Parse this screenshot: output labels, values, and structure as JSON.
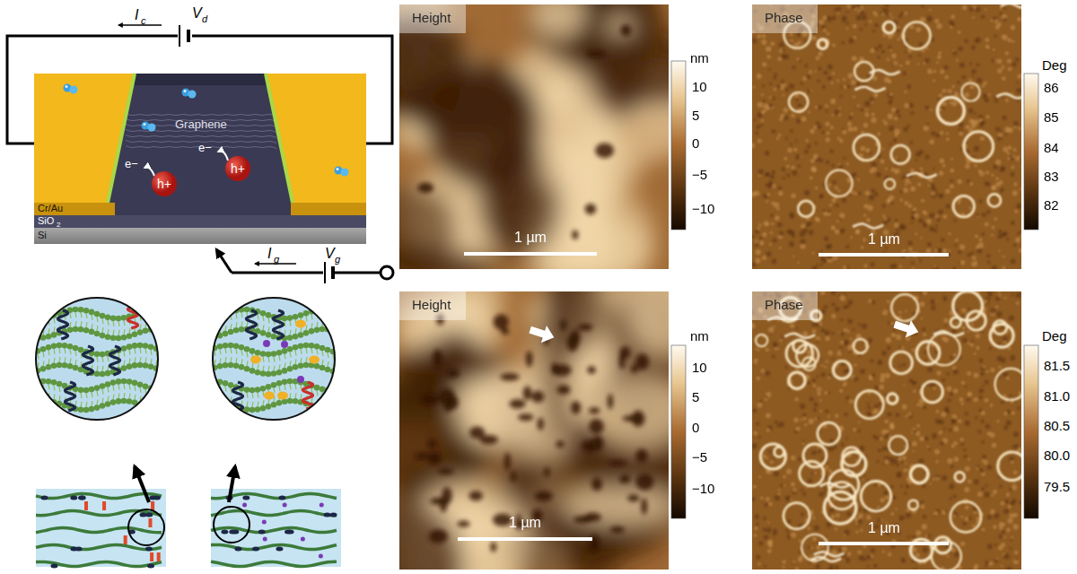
{
  "diagram": {
    "nodes": [
      {
        "text": [
          "h+"
        ]
      },
      {
        "text": [
          "h+"
        ]
      },
      {
        "text": [
          "Height"
        ]
      },
      {
        "text": [
          "Phase"
        ]
      },
      {
        "text": [
          "Height"
        ]
      },
      {
        "text": [
          "Phase"
        ]
      }
    ],
    "labels": [
      "I",
      "c",
      "V",
      "d",
      "Graphene",
      "e−",
      "e−",
      "Cr/Au",
      "SiO",
      "2",
      "Si",
      "I",
      "g",
      "V",
      "g",
      "nm",
      "10",
      "5",
      "0",
      "−5",
      "−10",
      "1 µm",
      "Deg",
      "86",
      "85",
      "84",
      "83",
      "82",
      "1 µm",
      "nm",
      "10",
      "5",
      "0",
      "−5",
      "−10",
      "1 µm",
      "Deg",
      "81.5",
      "81.0",
      "80.5",
      "80.0",
      "79.5",
      "1 µm"
    ]
  }
}
